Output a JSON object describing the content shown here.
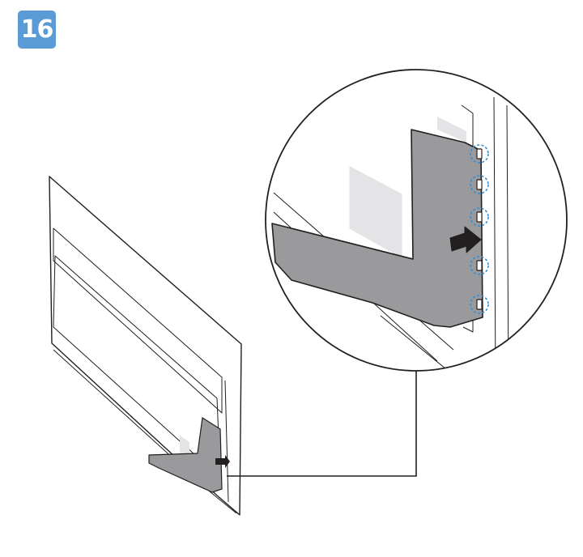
{
  "step": {
    "number": "16",
    "badge_color": "#5b9bd5",
    "text_color": "#ffffff"
  },
  "illustration": {
    "subject": "tv-back-bracket-attachment",
    "bracket_color": "#9a9a9c",
    "panel_color": "#e4e4e6",
    "line_color": "#231f20",
    "arrow_color": "#231f20",
    "hook_highlight_color": "#2e8fd8",
    "highlighted_hooks": 5
  }
}
